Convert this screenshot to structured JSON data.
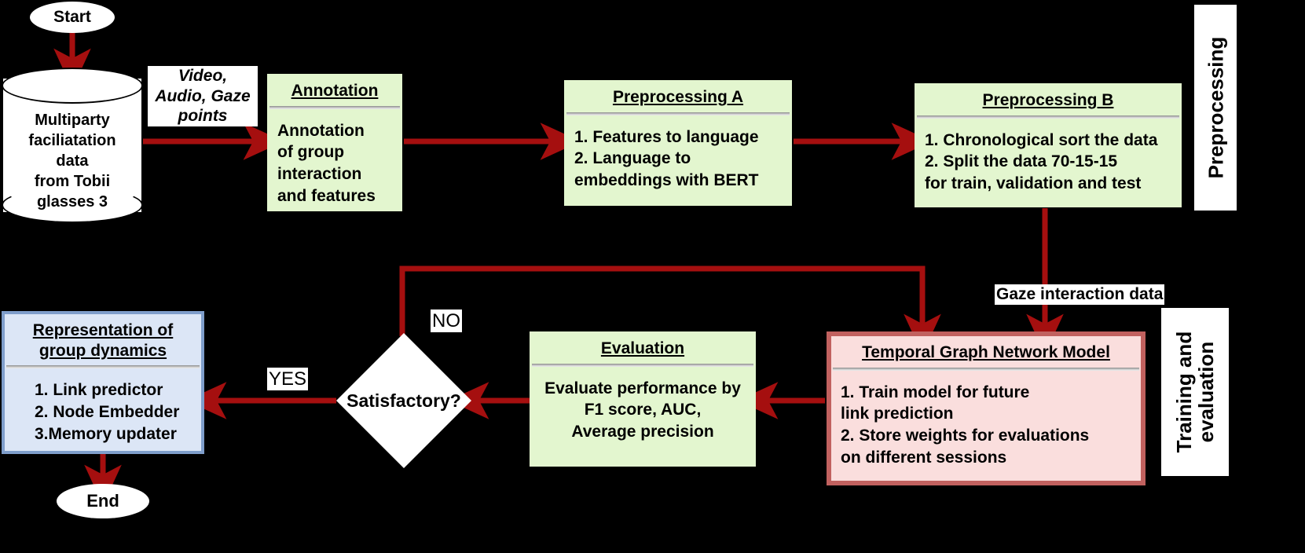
{
  "diagram": {
    "title": "Multiparty facilitation data pipeline with Temporal Graph Network",
    "background": "#000000",
    "arrow_color": "#a50f0f",
    "colors": {
      "green_box": "#e3f6cf",
      "pink_box": "#fadedd",
      "pink_border": "#c1615f",
      "blue_box": "#dce6f6",
      "blue_border": "#7f9ecb",
      "node_fill": "#ffffff",
      "text": "#000000",
      "separator": "#8a8a8a"
    }
  },
  "nodes": {
    "start": {
      "label": "Start"
    },
    "end": {
      "label": "End"
    },
    "datastore": {
      "label": "Multiparty\nfaciliatation\ndata\nfrom Tobii\nglasses 3"
    },
    "annotation": {
      "title": "Annotation",
      "body": "Annotation\nof group\ninteraction\nand features"
    },
    "preprocessing_a": {
      "title": "Preprocessing A",
      "body": "1. Features to language\n2. Language to\nembeddings with BERT"
    },
    "preprocessing_b": {
      "title": "Preprocessing B",
      "body": "1. Chronological sort the data\n2. Split the data 70-15-15\nfor train, validation and test"
    },
    "tgn_model": {
      "title": "Temporal Graph Network Model",
      "body": "1. Train model for future\n     link prediction\n2.  Store weights for evaluations\n     on different sessions"
    },
    "evaluation": {
      "title": "Evaluation",
      "body": "Evaluate performance by\nF1 score, AUC,\nAverage precision"
    },
    "decision": {
      "label": "Satisfactory?"
    },
    "representation": {
      "title": "Representation of\ngroup dynamics",
      "body": "1. Link predictor\n2. Node Embedder\n3.Memory updater"
    }
  },
  "edge_labels": {
    "video_audio_gaze": "Video,\nAudio, Gaze\npoints",
    "gaze_interaction_data": "Gaze interaction data",
    "no": "NO",
    "yes": "YES"
  },
  "phases": {
    "preprocessing": "Preprocessing",
    "training_and_evaluation": "Training and\nevaluation"
  }
}
